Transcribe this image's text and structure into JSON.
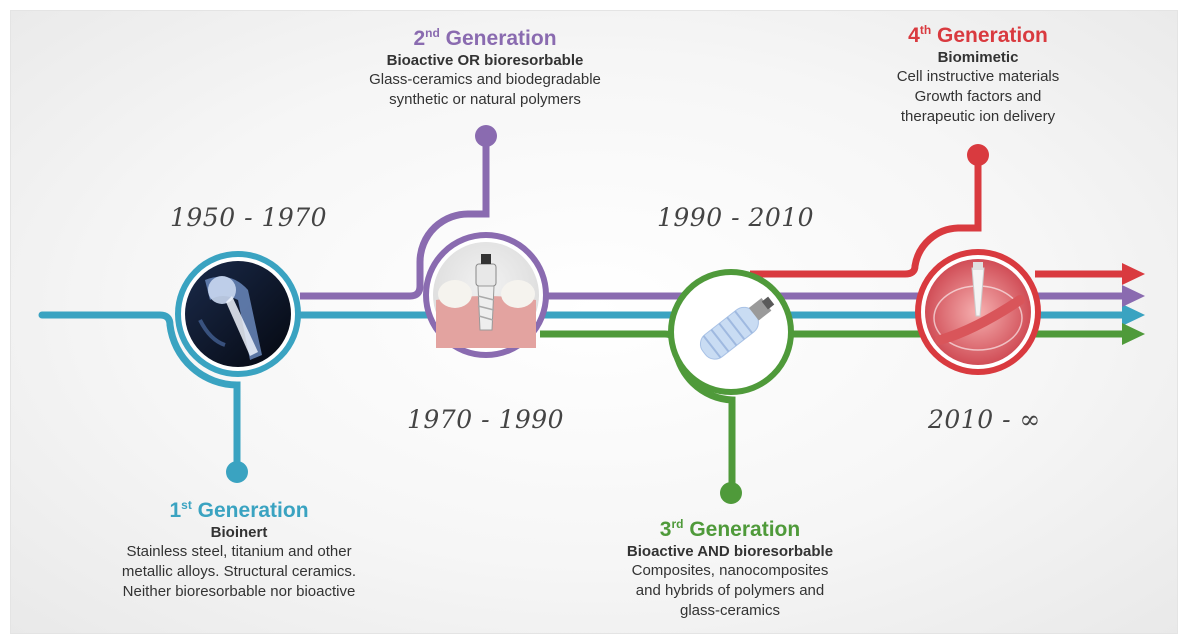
{
  "colors": {
    "gen1": "#3aa3c1",
    "gen2": "#8a6bb0",
    "gen3": "#4f9a3a",
    "gen4": "#d93a3f"
  },
  "generations": [
    {
      "ordinal": "1",
      "suffix": "st",
      "label": "Generation",
      "subtitle": "Bioinert",
      "lines": [
        "Stainless steel, titanium and other",
        "metallic alloys. Structural ceramics.",
        "Neither bioresorbable nor bioactive"
      ],
      "period": "1950 - 1970",
      "image": "hip-implant-xray-icon"
    },
    {
      "ordinal": "2",
      "suffix": "nd",
      "label": "Generation",
      "subtitle": "Bioactive OR bioresorbable",
      "lines": [
        "Glass-ceramics and biodegradable",
        "synthetic or natural polymers"
      ],
      "period": "1970 - 1990",
      "image": "dental-implant-icon"
    },
    {
      "ordinal": "3",
      "suffix": "rd",
      "label": "Generation",
      "subtitle": "Bioactive AND bioresorbable",
      "lines": [
        "Composites, nanocomposites",
        "and hybrids of polymers and",
        "glass-ceramics"
      ],
      "period": "1990 - 2010",
      "image": "bioresorbable-screw-icon"
    },
    {
      "ordinal": "4",
      "suffix": "th",
      "label": "Generation",
      "subtitle": "Biomimetic",
      "lines": [
        "Cell instructive materials",
        "Growth factors and",
        "therapeutic ion delivery"
      ],
      "period": "2010 - ∞",
      "image": "petri-dish-culture-icon"
    }
  ]
}
